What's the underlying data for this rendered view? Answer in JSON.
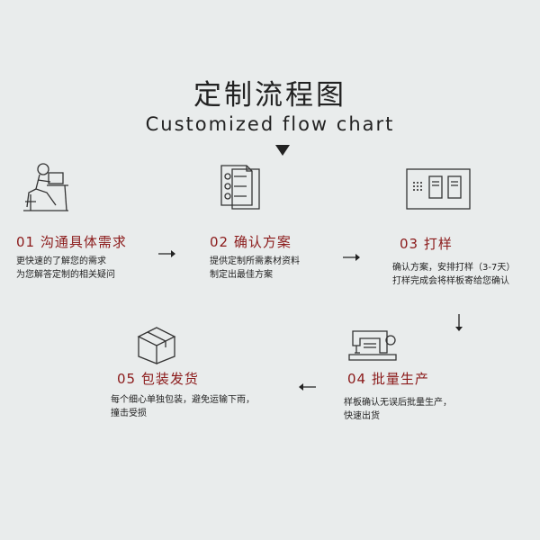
{
  "header": {
    "title_cn": "定制流程图",
    "title_en": "Customized flow chart"
  },
  "steps": [
    {
      "title": "01 沟通具体需求",
      "desc": [
        "更快速的了解您的需求",
        "为您解答定制的相关疑问"
      ],
      "icon": "person-at-desk-icon"
    },
    {
      "title": "02 确认方案",
      "desc": [
        "提供定制所需素材资料",
        "制定出最佳方案"
      ],
      "icon": "documents-checklist-icon"
    },
    {
      "title": "03 打样",
      "desc": [
        "确认方案，安排打样（3-7天）",
        "打样完成会将样板寄给您确认"
      ],
      "icon": "sample-board-icon"
    },
    {
      "title": "04 批量生产",
      "desc": [
        "样板确认无误后批量生产，",
        "快速出货"
      ],
      "icon": "sewing-machine-icon"
    },
    {
      "title": "05 包装发货",
      "desc": [
        "每个细心单独包装，避免运输下雨，",
        "撞击受损"
      ],
      "icon": "package-box-icon"
    }
  ],
  "colors": {
    "background": "#e9ecec",
    "step_title": "#8b1a1a",
    "text": "#222222"
  }
}
